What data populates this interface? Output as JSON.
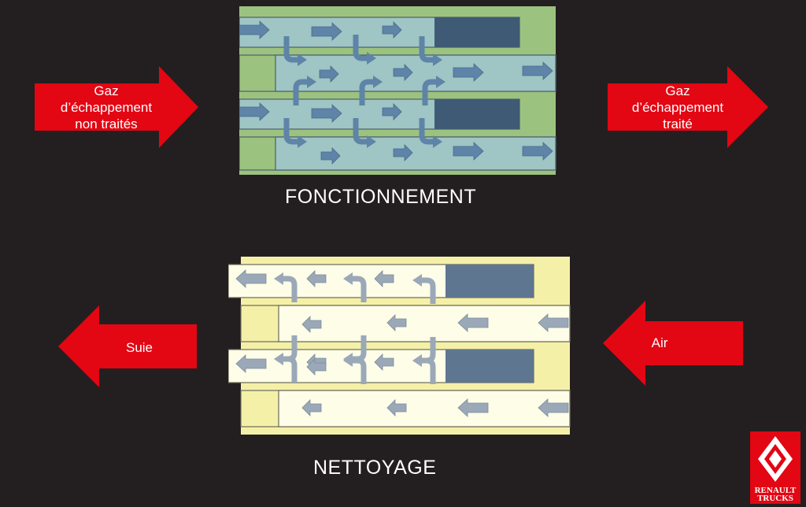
{
  "labels": {
    "inlet_gas": "Gaz\nd’échappement\nnon traités",
    "outlet_gas": "Gaz\nd’échappement\ntraité",
    "soot": "Suie",
    "air": "Air"
  },
  "titles": {
    "operation": "FONCTIONNEMENT",
    "cleaning": "NETTOYAGE"
  },
  "logo": {
    "line1": "RENAULT",
    "line2": "TRUCKS"
  },
  "colors": {
    "background": "#231f20",
    "red_arrow": "#e30613",
    "operation_wall": "#9cc27f",
    "operation_channel": "#9fc5c4",
    "operation_plug": "#3f5a75",
    "flow_arrow_blue": "#5e84a8",
    "cleaning_wall": "#f5f0a8",
    "cleaning_channel": "#fdfde8",
    "cleaning_plug": "#5f7690",
    "flow_arrow_grey": "#9aa8b8"
  }
}
